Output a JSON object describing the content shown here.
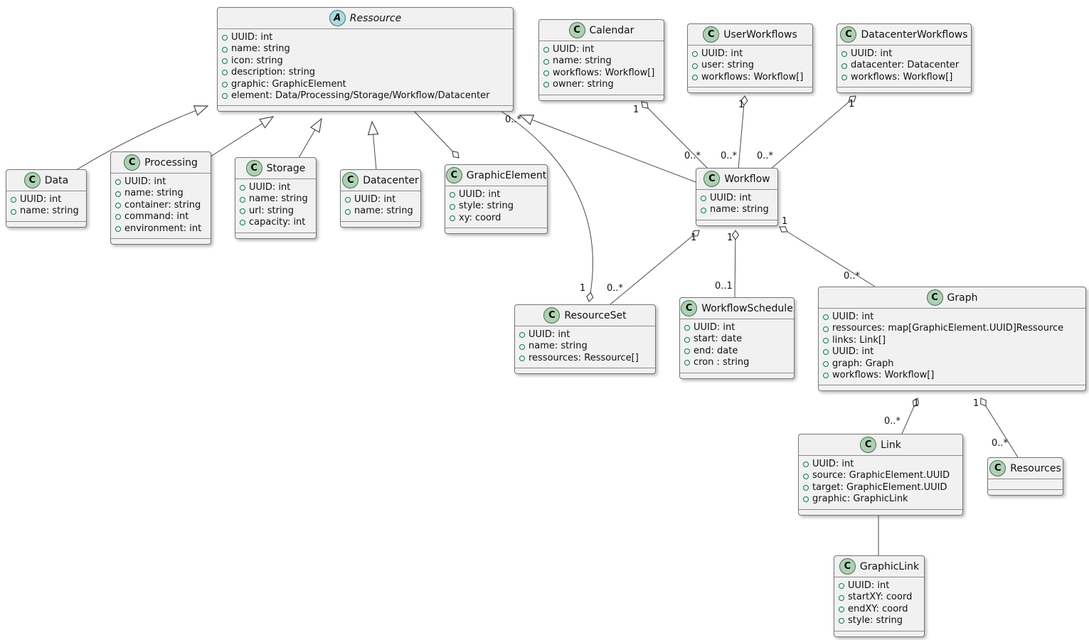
{
  "diagram": {
    "type": "uml-class-diagram",
    "accent_colors": {
      "class_badge_fill": "#ADD1B2",
      "abstract_badge_fill": "#A9DCDF",
      "box_fill": "#F1F1F1",
      "field_dot": "#038048",
      "line": "#4a4a4a"
    },
    "classes": [
      {
        "badge": "A",
        "name": "Ressource",
        "abstract": true,
        "attributes": [
          "UUID: int",
          "name: string",
          "icon: string",
          "description: string",
          "graphic: GraphicElement",
          "element: Data/Processing/Storage/Workflow/Datacenter"
        ]
      },
      {
        "badge": "C",
        "name": "Data",
        "abstract": false,
        "attributes": [
          "UUID: int",
          "name: string"
        ]
      },
      {
        "badge": "C",
        "name": "Processing",
        "abstract": false,
        "attributes": [
          "UUID: int",
          "name: string",
          "container: string",
          "command: int",
          "environment: int"
        ]
      },
      {
        "badge": "C",
        "name": "Storage",
        "abstract": false,
        "attributes": [
          "UUID: int",
          "name: string",
          "url: string",
          "capacity: int"
        ]
      },
      {
        "badge": "C",
        "name": "Datacenter",
        "abstract": false,
        "attributes": [
          "UUID: int",
          "name: string"
        ]
      },
      {
        "badge": "C",
        "name": "GraphicElement",
        "abstract": false,
        "attributes": [
          "UUID: int",
          "style: string",
          "xy: coord"
        ]
      },
      {
        "badge": "C",
        "name": "Calendar",
        "abstract": false,
        "attributes": [
          "UUID: int",
          "name: string",
          "workflows: Workflow[]",
          "owner: string"
        ]
      },
      {
        "badge": "C",
        "name": "UserWorkflows",
        "abstract": false,
        "attributes": [
          "UUID: int",
          "user: string",
          "workflows: Workflow[]"
        ]
      },
      {
        "badge": "C",
        "name": "DatacenterWorkflows",
        "abstract": false,
        "attributes": [
          "UUID: int",
          "datacenter: Datacenter",
          "workflows: Workflow[]"
        ]
      },
      {
        "badge": "C",
        "name": "Workflow",
        "abstract": false,
        "attributes": [
          "UUID: int",
          "name: string"
        ]
      },
      {
        "badge": "C",
        "name": "ResourceSet",
        "abstract": false,
        "attributes": [
          "UUID: int",
          "name: string",
          "ressources: Ressource[]"
        ]
      },
      {
        "badge": "C",
        "name": "WorkflowSchedule",
        "abstract": false,
        "attributes": [
          "UUID: int",
          "start: date",
          "end: date",
          "cron : string"
        ]
      },
      {
        "badge": "C",
        "name": "Graph",
        "abstract": false,
        "attributes": [
          "UUID: int",
          "ressources: map[GraphicElement.UUID]Ressource",
          "links: Link[]",
          "UUID: int",
          "graph: Graph",
          "workflows: Workflow[]"
        ]
      },
      {
        "badge": "C",
        "name": "Link",
        "abstract": false,
        "attributes": [
          "UUID: int",
          "source: GraphicElement.UUID",
          "target: GraphicElement.UUID",
          "graphic: GraphicLink"
        ]
      },
      {
        "badge": "C",
        "name": "Resources",
        "abstract": false,
        "attributes": []
      },
      {
        "badge": "C",
        "name": "GraphicLink",
        "abstract": false,
        "attributes": [
          "UUID: int",
          "startXY: coord",
          "endXY: coord",
          "style: string"
        ]
      }
    ],
    "multiplicities": {
      "calendar_side": "1",
      "calendar_workflow_side": "0..*",
      "userworkflows_side": "1",
      "userworkflows_workflow_side": "0..*",
      "datacenterworkflows_side": "1",
      "datacenterworkflows_workflow_side": "0..*",
      "ressource_side": "0..*",
      "resourceset_side": "1",
      "workflow_resourceset_workflow_side": "1",
      "workflow_resourceset_set_side": "0..*",
      "workflow_schedule_workflow_side": "1",
      "workflow_schedule_side": "0..1",
      "workflow_graph_workflow_side": "1",
      "workflow_graph_side": "0..*",
      "graph_link_graph_side": "1",
      "graph_link_side": "0..*",
      "graph_resources_graph_side": "1",
      "graph_resources_side": "0..*"
    }
  }
}
